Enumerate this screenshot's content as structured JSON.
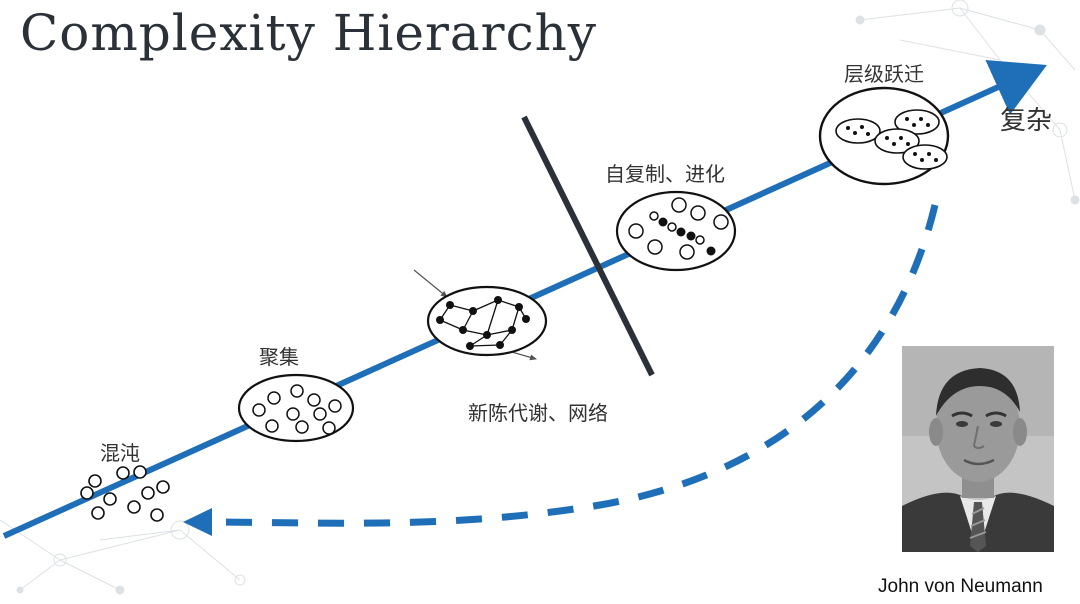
{
  "title": "Complexity  Hierarchy",
  "stages": {
    "chaos": "混沌",
    "aggregation": "聚集",
    "metabolism_network": "新陈代谢、网络",
    "self_replication_evolution": "自复制、进化",
    "hierarchical_transition": "层级跃迁",
    "complex": "复杂"
  },
  "portrait": {
    "caption": "John von Neumann"
  },
  "colors": {
    "arrow": "#1f6fb8",
    "divider": "#2b3138",
    "text": "#333333"
  }
}
